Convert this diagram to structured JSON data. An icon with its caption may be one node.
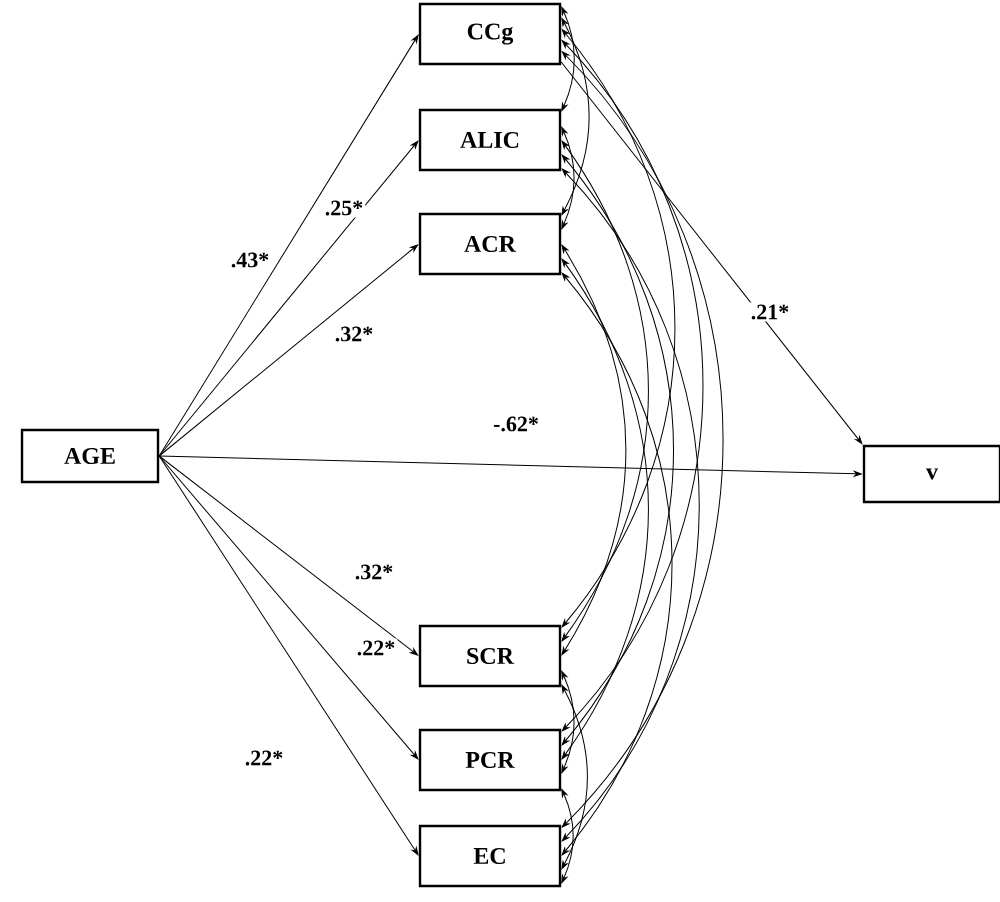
{
  "diagram": {
    "nodes": [
      {
        "text": [
          "AGE"
        ]
      },
      {
        "text": [
          "CCg"
        ]
      },
      {
        "text": [
          "ALIC"
        ]
      },
      {
        "text": [
          "ACR"
        ]
      },
      {
        "text": [
          "SCR"
        ]
      },
      {
        "text": [
          "PCR"
        ]
      },
      {
        "text": [
          "EC"
        ]
      },
      {
        "text": [
          "v"
        ]
      }
    ],
    "edges": [
      {
        "from": 0,
        "to": 1,
        "arrow": "to",
        "label": ".43*"
      },
      {
        "from": 0,
        "to": 2,
        "arrow": "to",
        "label": ".25*"
      },
      {
        "from": 0,
        "to": 3,
        "arrow": "to",
        "label": ".32*"
      },
      {
        "from": 0,
        "to": 7,
        "arrow": "to",
        "label": "-.62*"
      },
      {
        "from": 0,
        "to": 4,
        "arrow": "to",
        "label": ".32*"
      },
      {
        "from": 0,
        "to": 5,
        "arrow": "to",
        "label": ".22*"
      },
      {
        "from": 0,
        "to": 6,
        "arrow": "to",
        "label": ".22*"
      },
      {
        "from": 1,
        "to": 7,
        "arrow": "to",
        "label": ".21*"
      },
      {
        "from": 1,
        "to": 2,
        "arrow": "both"
      },
      {
        "from": 1,
        "to": 3,
        "arrow": "both"
      },
      {
        "from": 1,
        "to": 4,
        "arrow": "both"
      },
      {
        "from": 1,
        "to": 5,
        "arrow": "both"
      },
      {
        "from": 1,
        "to": 6,
        "arrow": "both"
      },
      {
        "from": 2,
        "to": 3,
        "arrow": "both"
      },
      {
        "from": 2,
        "to": 4,
        "arrow": "both"
      },
      {
        "from": 2,
        "to": 5,
        "arrow": "both"
      },
      {
        "from": 2,
        "to": 6,
        "arrow": "both"
      },
      {
        "from": 3,
        "to": 4,
        "arrow": "both"
      },
      {
        "from": 3,
        "to": 5,
        "arrow": "both"
      },
      {
        "from": 3,
        "to": 6,
        "arrow": "both"
      },
      {
        "from": 4,
        "to": 5,
        "arrow": "both"
      },
      {
        "from": 4,
        "to": 6,
        "arrow": "both"
      },
      {
        "from": 5,
        "to": 6,
        "arrow": "both"
      }
    ]
  }
}
